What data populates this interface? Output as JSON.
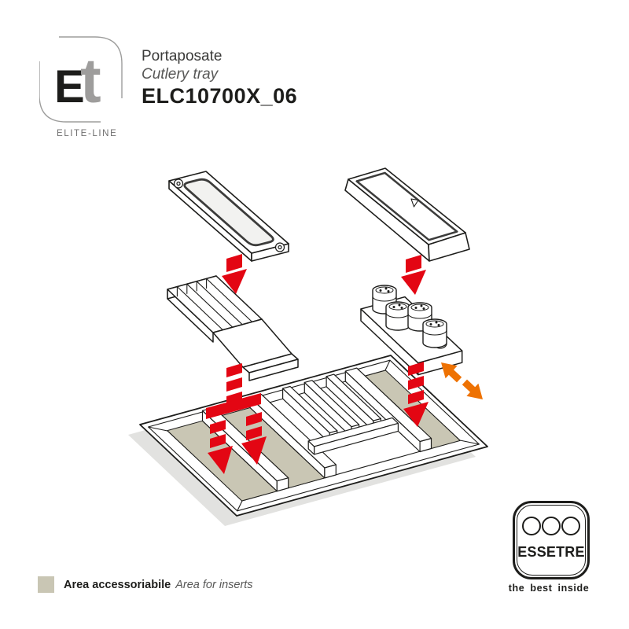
{
  "colors": {
    "red": "#e30613",
    "orange": "#ee7203",
    "beige": "#c9c6b4",
    "line": "#1d1d1b",
    "graytext": "#575756",
    "logogray": "#9d9d9c",
    "shadow": "#e2e2e0"
  },
  "brand": {
    "logo_e": "E",
    "logo_t": "t",
    "logo_sub": "ELITE-LINE"
  },
  "header": {
    "title_it": "Portaposate",
    "title_en": "Cutlery tray",
    "product_code": "ELC10700X_06"
  },
  "diagram": {
    "components": [
      "cover-panel",
      "knife-block-insert",
      "lid-cover",
      "spice-jar-rack",
      "cutlery-tray"
    ],
    "icons": [
      "insert-down-arrow-red",
      "split-down-arrow-red",
      "slide-double-arrow-orange"
    ]
  },
  "legend": {
    "label_it": "Area accessoriabile",
    "label_en": "Area for inserts"
  },
  "footer_logo": {
    "name": "ESSETRE",
    "tagline": "the best inside"
  }
}
